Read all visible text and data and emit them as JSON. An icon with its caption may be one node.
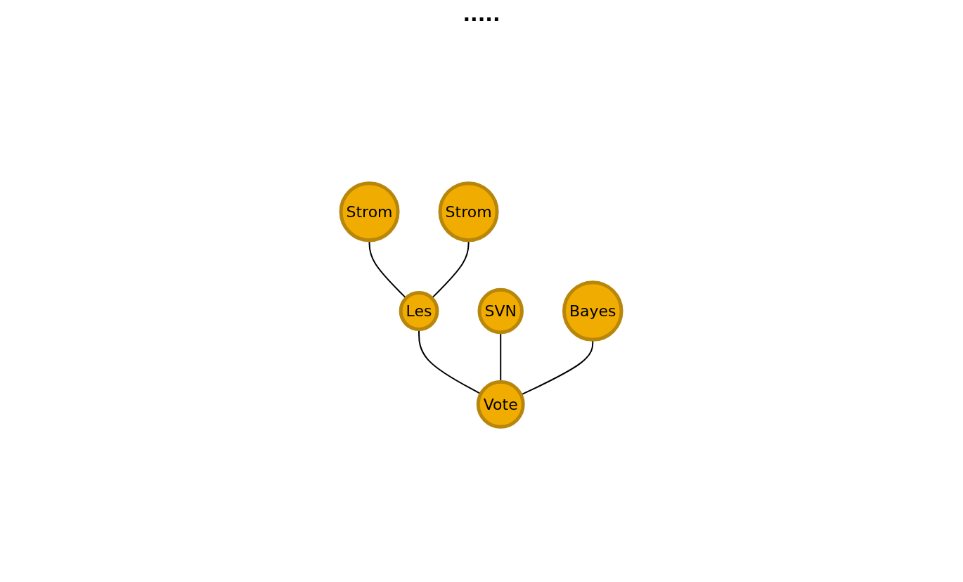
{
  "diagram": {
    "nodes": [
      {
        "text": [
          "Strom"
        ]
      },
      {
        "text": [
          "Strom"
        ]
      },
      {
        "text": [
          "Les"
        ]
      },
      {
        "text": [
          "SVN"
        ]
      },
      {
        "text": [
          "Bayes"
        ]
      },
      {
        "text": [
          "Vote"
        ]
      }
    ],
    "edges": [
      {
        "from": 0,
        "to": 2,
        "arrow": "none"
      },
      {
        "from": 1,
        "to": 2,
        "arrow": "none"
      },
      {
        "from": 2,
        "to": 5,
        "arrow": "none"
      },
      {
        "from": 3,
        "to": 5,
        "arrow": "none"
      },
      {
        "from": 4,
        "to": 5,
        "arrow": "none"
      }
    ],
    "labels": [
      "....."
    ]
  }
}
